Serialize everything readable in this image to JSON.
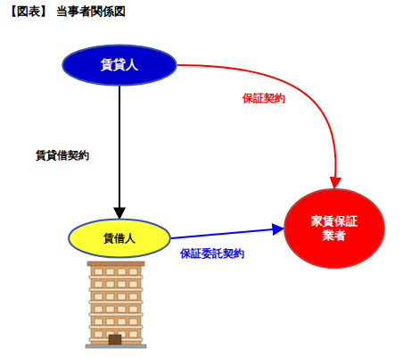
{
  "diagram": {
    "title": "【図表】 当事者関係図",
    "nodes": [
      {
        "text": [
          "賃貸人"
        ]
      },
      {
        "text": [
          "賃借人"
        ]
      },
      {
        "text": [
          "家賃保証 業者"
        ]
      }
    ],
    "edges": [
      {
        "from": 0,
        "to": 1,
        "label": "賃貸借契約",
        "arrow": "to"
      },
      {
        "from": 0,
        "to": 2,
        "label": "保証契約",
        "arrow": "to"
      },
      {
        "from": 1,
        "to": 2,
        "label": "保証委託契約",
        "arrow": "to"
      }
    ]
  }
}
